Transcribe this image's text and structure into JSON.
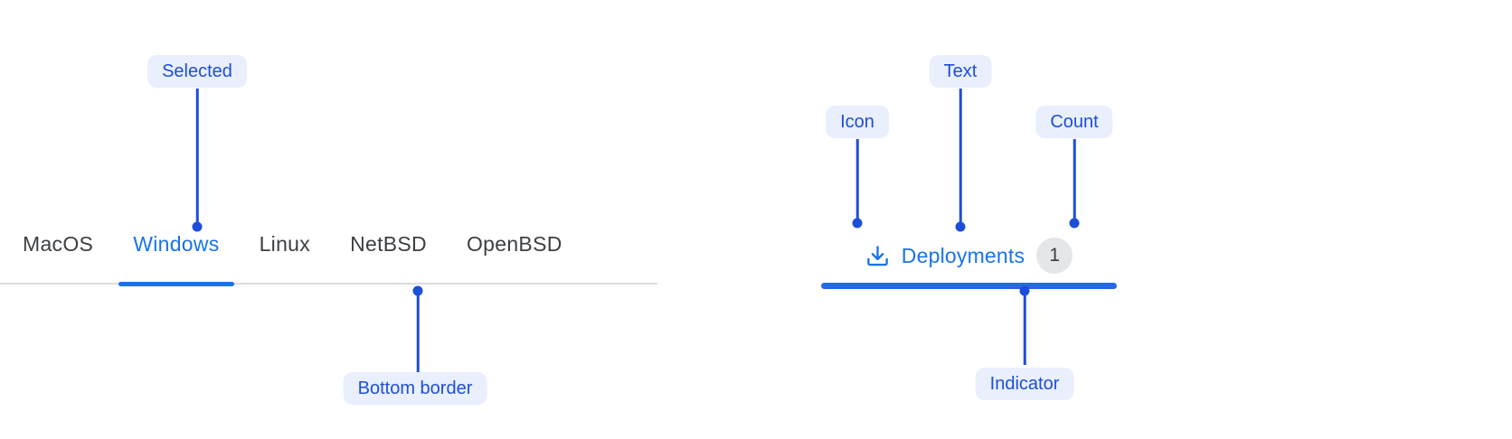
{
  "colors": {
    "accent_blue": "#1a73e8",
    "indicator_blue": "#2368e8",
    "annotation_blue": "#1d4ed8",
    "annotation_pill_bg": "#e9effd",
    "tab_text_gray": "#3c4043",
    "tab_bottom_border_gray": "#dadce0",
    "count_badge_bg": "#e4e6e9",
    "count_badge_text": "#3c4043"
  },
  "tab_bar": {
    "items": [
      {
        "label": "MacOS",
        "active": false
      },
      {
        "label": "Windows",
        "active": true
      },
      {
        "label": "Linux",
        "active": false
      },
      {
        "label": "NetBSD",
        "active": false
      },
      {
        "label": "OpenBSD",
        "active": false
      }
    ]
  },
  "deployments_tab": {
    "icon": "download-icon",
    "label": "Deployments",
    "count": "1"
  },
  "annotations": {
    "selected": "Selected",
    "bottom_border": "Bottom border",
    "icon": "Icon",
    "text": "Text",
    "count": "Count",
    "indicator": "Indicator"
  }
}
